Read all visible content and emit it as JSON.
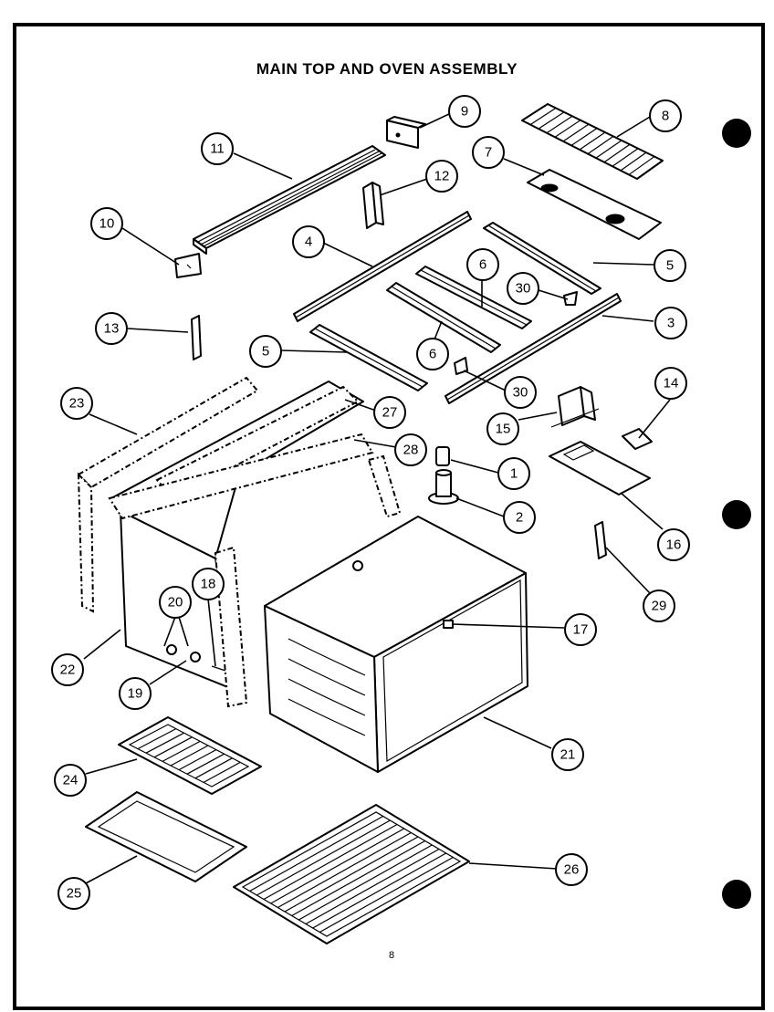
{
  "title": "MAIN TOP AND OVEN ASSEMBLY",
  "page_number": "8",
  "callouts": [
    {
      "id": "1",
      "label": "1"
    },
    {
      "id": "2",
      "label": "2"
    },
    {
      "id": "3",
      "label": "3"
    },
    {
      "id": "4",
      "label": "4"
    },
    {
      "id": "5a",
      "label": "5"
    },
    {
      "id": "5b",
      "label": "5"
    },
    {
      "id": "6a",
      "label": "6"
    },
    {
      "id": "6b",
      "label": "6"
    },
    {
      "id": "7",
      "label": "7"
    },
    {
      "id": "8",
      "label": "8"
    },
    {
      "id": "9",
      "label": "9"
    },
    {
      "id": "10",
      "label": "10"
    },
    {
      "id": "11",
      "label": "11"
    },
    {
      "id": "12",
      "label": "12"
    },
    {
      "id": "13",
      "label": "13"
    },
    {
      "id": "14",
      "label": "14"
    },
    {
      "id": "15",
      "label": "15"
    },
    {
      "id": "16",
      "label": "16"
    },
    {
      "id": "17",
      "label": "17"
    },
    {
      "id": "18",
      "label": "18"
    },
    {
      "id": "19",
      "label": "19"
    },
    {
      "id": "20",
      "label": "20"
    },
    {
      "id": "21",
      "label": "21"
    },
    {
      "id": "22",
      "label": "22"
    },
    {
      "id": "23",
      "label": "23"
    },
    {
      "id": "24",
      "label": "24"
    },
    {
      "id": "25",
      "label": "25"
    },
    {
      "id": "26",
      "label": "26"
    },
    {
      "id": "27",
      "label": "27"
    },
    {
      "id": "28",
      "label": "28"
    },
    {
      "id": "29",
      "label": "29"
    },
    {
      "id": "30a",
      "label": "30"
    },
    {
      "id": "30b",
      "label": "30"
    }
  ]
}
